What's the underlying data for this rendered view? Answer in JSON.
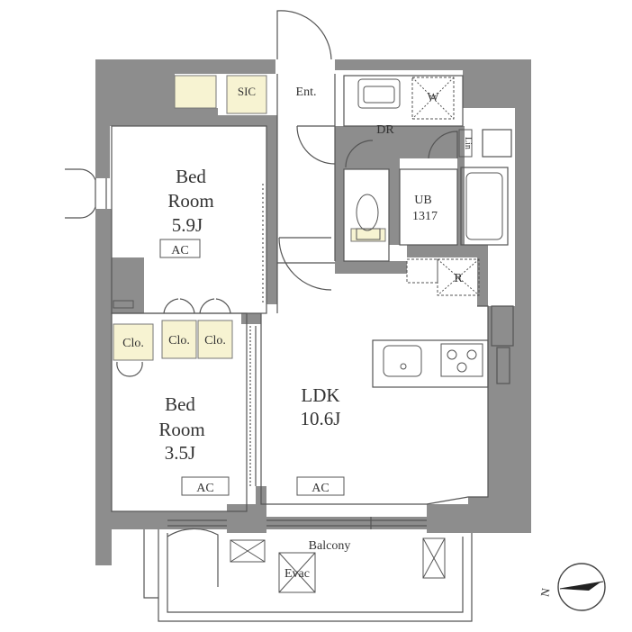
{
  "rooms": {
    "bed1": {
      "name_line1": "Bed",
      "name_line2": "Room",
      "size": "5.9J",
      "ac": "AC"
    },
    "bed2": {
      "name_line1": "Bed",
      "name_line2": "Room",
      "size": "3.5J",
      "ac": "AC"
    },
    "ldk": {
      "name": "LDK",
      "size": "10.6J",
      "ac": "AC"
    },
    "ub": {
      "name": "UB",
      "size": "1317"
    },
    "dr": "DR",
    "sic": "SIC",
    "ent": "Ent.",
    "balcony": "Balcony",
    "evac": "Evac"
  },
  "closets": {
    "c1": "Clo.",
    "c2": "Clo.",
    "c3": "Clo."
  },
  "fixtures": {
    "washer": "W",
    "linen": "Lin",
    "fridge": "R"
  },
  "compass": {
    "letter": "N"
  },
  "colors": {
    "wall": "#8d8d8d",
    "storage": "#f7f3d2",
    "line": "#555555"
  }
}
